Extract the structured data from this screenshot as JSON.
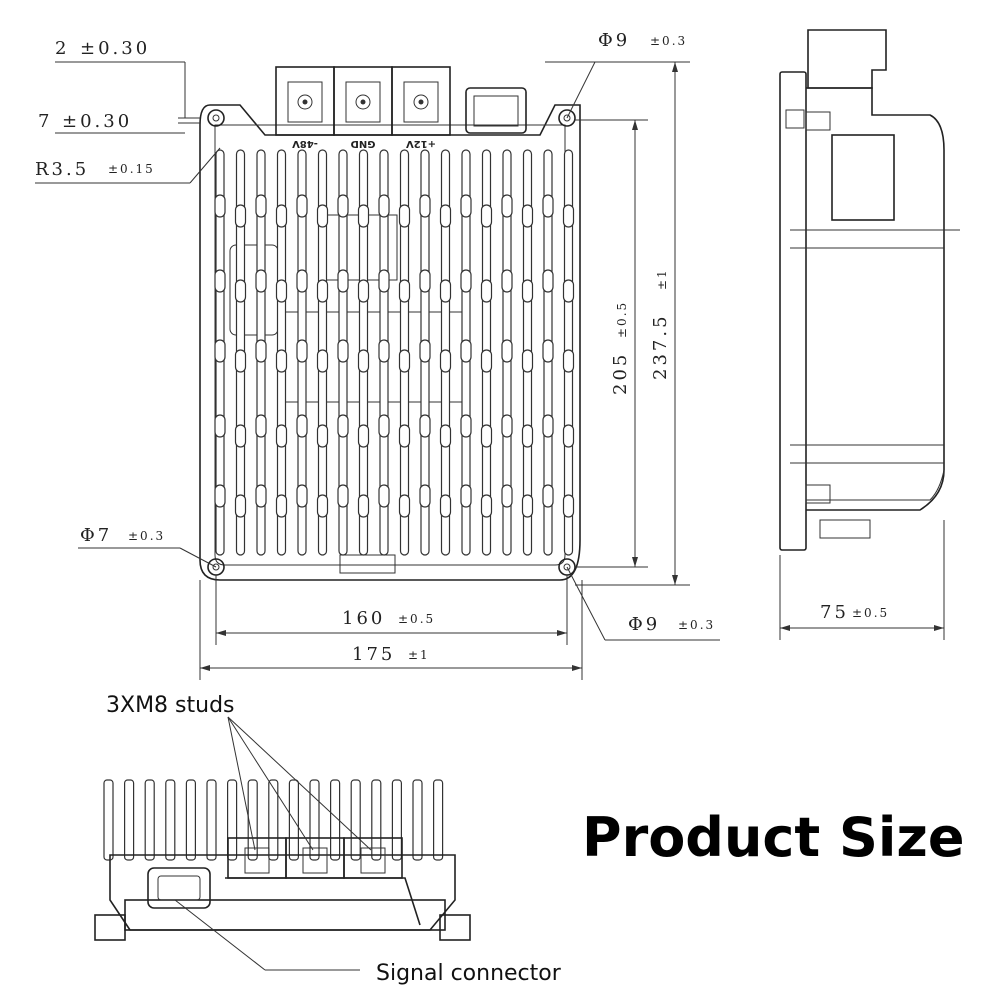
{
  "title": "Product Size",
  "callouts": {
    "studs": "3XM8 studs",
    "connector": "Signal connector"
  },
  "terminals": [
    "-48V",
    "GND",
    "+12V"
  ],
  "dimensions": {
    "d_2": {
      "value": "2",
      "tol": "±0.30"
    },
    "d_7": {
      "value": "7",
      "tol": "±0.30"
    },
    "d_r35": {
      "value": "R3.5",
      "tol": "±0.15"
    },
    "d_phi9_top": {
      "value": "Φ9",
      "tol": "±0.3"
    },
    "d_phi7": {
      "value": "Φ7",
      "tol": "±0.3"
    },
    "d_phi9_bottom": {
      "value": "Φ9",
      "tol": "±0.3"
    },
    "d_160": {
      "value": "160",
      "tol": "±0.5"
    },
    "d_175": {
      "value": "175",
      "tol": "±1"
    },
    "d_205": {
      "value": "205",
      "tol": "±0.5"
    },
    "d_2375": {
      "value": "237.5",
      "tol": "±1"
    },
    "d_75": {
      "value": "75",
      "tol": "±0.5"
    }
  }
}
